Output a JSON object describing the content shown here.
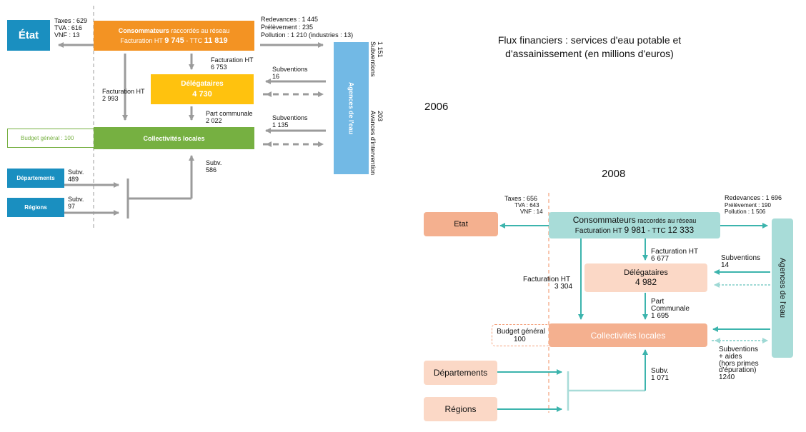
{
  "title": {
    "line1": "Flux financiers : services d'eau potable et",
    "line2": "d'assainissement (en millions d'euros)"
  },
  "year_2006": "2006",
  "year_2008": "2008",
  "d2006": {
    "etat": "État",
    "taxes": "Taxes : 629",
    "tva": "TVA : 616",
    "vnf": "VNF : 13",
    "conso_line1_bold": "Consommateurs",
    "conso_line1_rest": " raccordés au réseau",
    "conso_line2_a": "Facturation HT ",
    "conso_line2_b": "9 745",
    "conso_line2_c": " - TTC ",
    "conso_line2_d": "11 819",
    "redevances": "Redevances : 1 445",
    "prelevement": "Prélèvement : 235",
    "pollution": "Pollution : 1 210 (industries : 13)",
    "fact_ht_label": "Facturation HT",
    "fact_ht_val": "6 753",
    "subv_label": "Subventions",
    "subv_val": "16",
    "delegataires": "Délégataires",
    "delegataires_val": "4 730",
    "fact_ht2_label": "Facturation HT",
    "fact_ht2_val": "2 993",
    "part_label": "Part communale",
    "part_val": "2 022",
    "subv2_label": "Subventions",
    "subv2_val": "1 135",
    "budget": "Budget général : 100",
    "collectivites": "Collectivités locales",
    "agences": "Agences de l'eau",
    "subventions_vert": "Subventions",
    "subventions_vert_val": "1 151",
    "avances_vert": "Avances d'intervention",
    "avances_vert_val": "203",
    "subv3_label": "Subv.",
    "subv3_val": "586",
    "departements": "Départements",
    "dep_subv_label": "Subv.",
    "dep_subv_val": "489",
    "regions": "Régions",
    "reg_subv_label": "Subv.",
    "reg_subv_val": "97"
  },
  "d2008": {
    "etat": "Etat",
    "taxes": "Taxes : 656",
    "tva": "TVA : 643",
    "vnf": "VNF : 14",
    "conso_line1_a": "Consommateurs",
    "conso_line1_b": " raccordés au réseau",
    "conso_line2_a": "Facturation HT ",
    "conso_line2_b": "9 981",
    "conso_line2_c": " - TTC ",
    "conso_line2_d": "12 333",
    "redevances": "Redevances : 1 696",
    "prelevement": "Prélèvement : 190",
    "pollution": "Pollution : 1 506",
    "fact_ht_label": "Facturation HT",
    "fact_ht_val": "6 677",
    "subv_label": "Subventions",
    "subv_val": "14",
    "delegataires": "Délégataires",
    "delegataires_val": "4 982",
    "fact_ht2_label": "Facturation HT",
    "fact_ht2_val": "3 304",
    "part_label1": "Part",
    "part_label2": "Communale",
    "part_val": "1 695",
    "agences": "Agences de l'eau",
    "budget_label": "Budget général",
    "budget_val": "100",
    "collectivites": "Collectivités locales",
    "subv_aides_1": "Subventions",
    "subv_aides_2": "+ aides",
    "subv_aides_3": "(hors primes",
    "subv_aides_4": "d'épuration)",
    "subv_aides_5": "1240",
    "subv3_label": "Subv.",
    "subv3_val": "1 071",
    "departements": "Départements",
    "regions": "Régions"
  },
  "colors": {
    "blue": "#1a8fc0",
    "orange": "#f39323",
    "yellow": "#ffc20e",
    "green": "#76b041",
    "light_blue": "#72b9e5",
    "grey_arrow": "#9b9b9b",
    "salmon": "#f4b08f",
    "peach": "#fbd8c6",
    "teal_box": "#a8dcd8",
    "teal_arrow": "#3cb4ad"
  }
}
